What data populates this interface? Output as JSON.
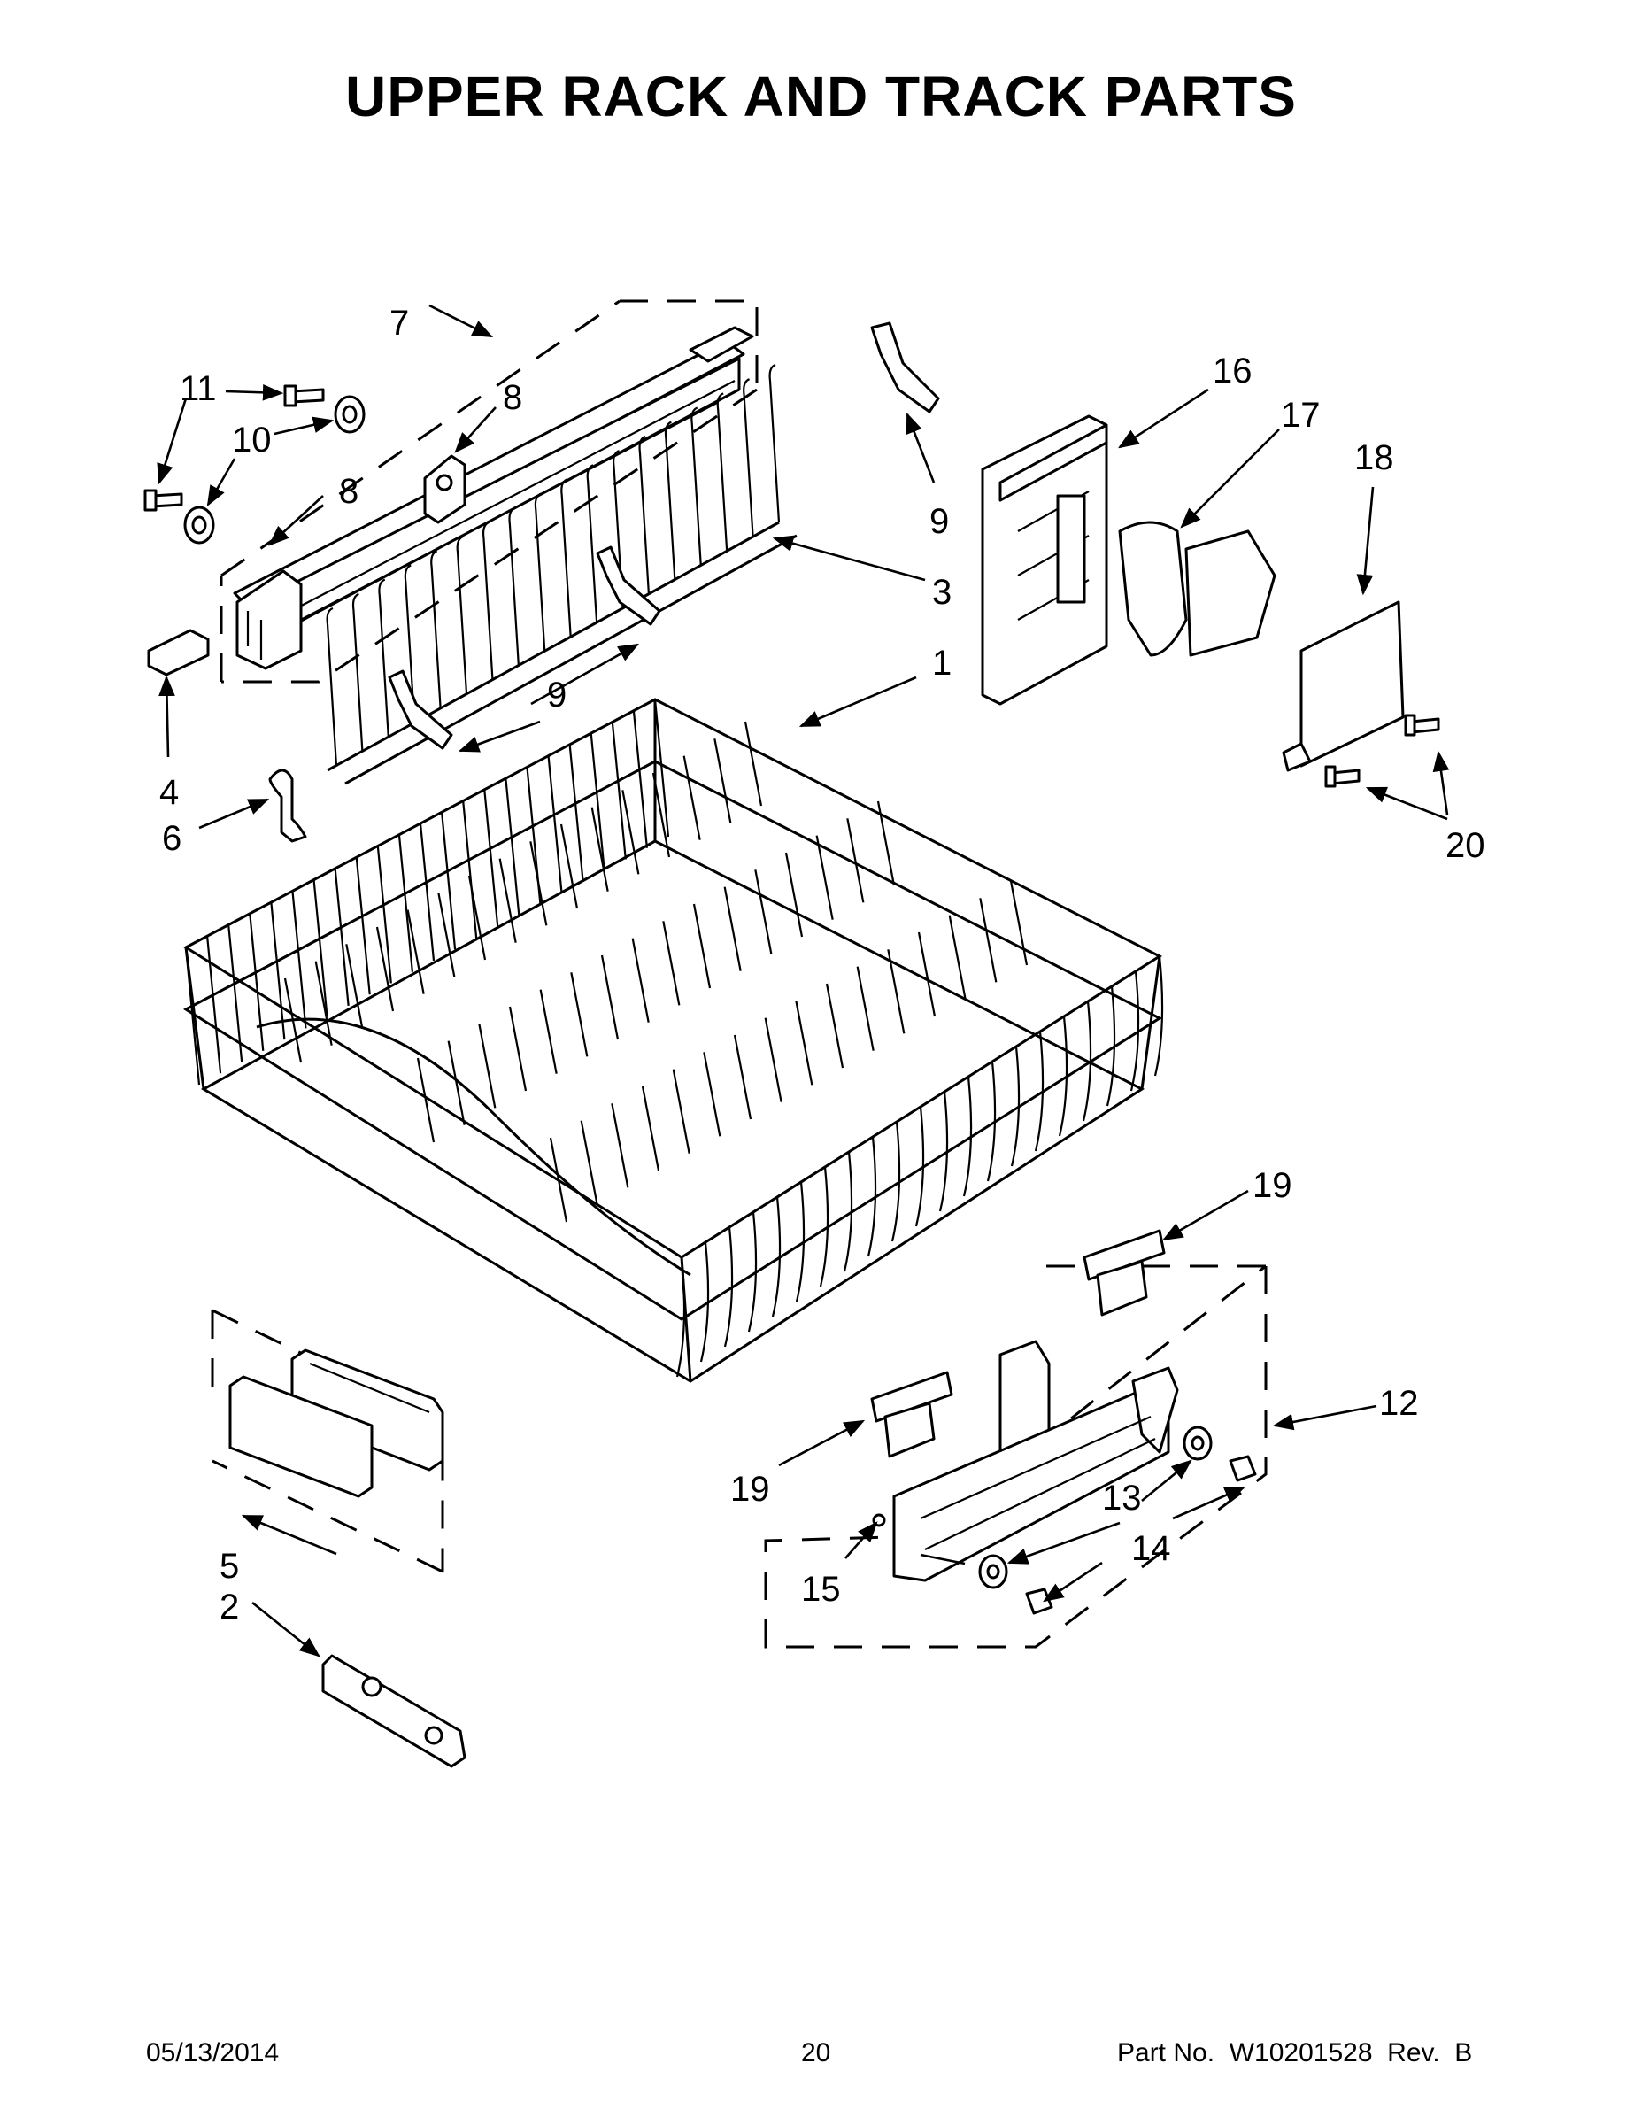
{
  "title": "UPPER RACK AND TRACK PARTS",
  "callouts": {
    "c1": "1",
    "c2": "2",
    "c3": "3",
    "c4": "4",
    "c5": "5",
    "c6": "6",
    "c7": "7",
    "c8a": "8",
    "c8b": "8",
    "c9a": "9",
    "c9b": "9",
    "c10": "10",
    "c11": "11",
    "c12": "12",
    "c13": "13",
    "c14": "14",
    "c15": "15",
    "c16": "16",
    "c17": "17",
    "c18": "18",
    "c19a": "19",
    "c19b": "19",
    "c20": "20"
  },
  "footer": {
    "date": "05/13/2014",
    "page": "20",
    "part_no": "Part No.  W10201528  Rev.  B"
  }
}
